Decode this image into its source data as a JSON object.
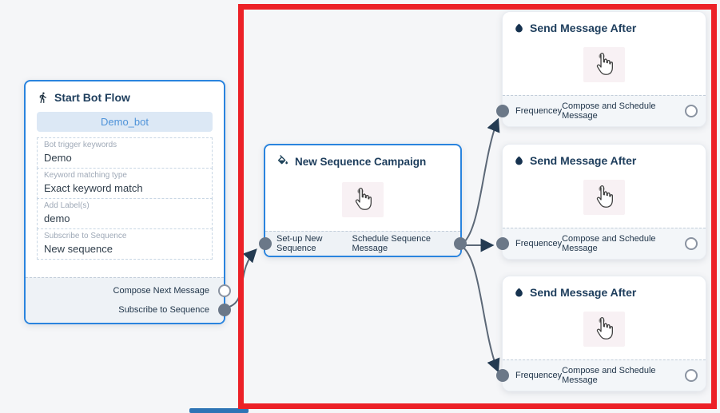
{
  "canvas": {
    "background_color": "#f5f6f8",
    "highlight_color": "#ec2127",
    "edge_color": "#5c6877",
    "arrow_color": "#243b52",
    "node_border_color": "#2a84de",
    "scrollbar_color": "#2e74b5"
  },
  "nodes": {
    "start_bot_flow": {
      "title": "Start Bot Flow",
      "icon": "walking-person-icon",
      "bot_name": "Demo_bot",
      "fields": [
        {
          "label": "Bot trigger keywords",
          "value": "Demo"
        },
        {
          "label": "Keyword matching type",
          "value": "Exact keyword match"
        },
        {
          "label": "Add Label(s)",
          "value": "demo"
        },
        {
          "label": "Subscribe to Sequence",
          "value": "New sequence"
        }
      ],
      "outputs": [
        {
          "label": "Compose Next Message",
          "connected": false
        },
        {
          "label": "Subscribe to Sequence",
          "connected": true
        }
      ]
    },
    "new_sequence_campaign": {
      "title": "New Sequence Campaign",
      "icon": "paint-bucket-icon",
      "input_label": "Set-up New Sequence",
      "output_label": "Schedule Sequence Message"
    },
    "send_message_after": {
      "title": "Send Message After",
      "icon": "water-drop-icon",
      "input_label": "Frequencey",
      "output_label": "Compose and Schedule Message",
      "instance_count": 3
    }
  },
  "edges": [
    {
      "from": "start-bot-flow / Subscribe to Sequence",
      "to": "new-sequence-campaign / Set-up New Sequence"
    },
    {
      "from": "new-sequence-campaign / Schedule Sequence Message",
      "to": "send-message-after-1 / Frequencey"
    },
    {
      "from": "new-sequence-campaign / Schedule Sequence Message",
      "to": "send-message-after-2 / Frequencey"
    },
    {
      "from": "new-sequence-campaign / Schedule Sequence Message",
      "to": "send-message-after-3 / Frequencey"
    }
  ]
}
